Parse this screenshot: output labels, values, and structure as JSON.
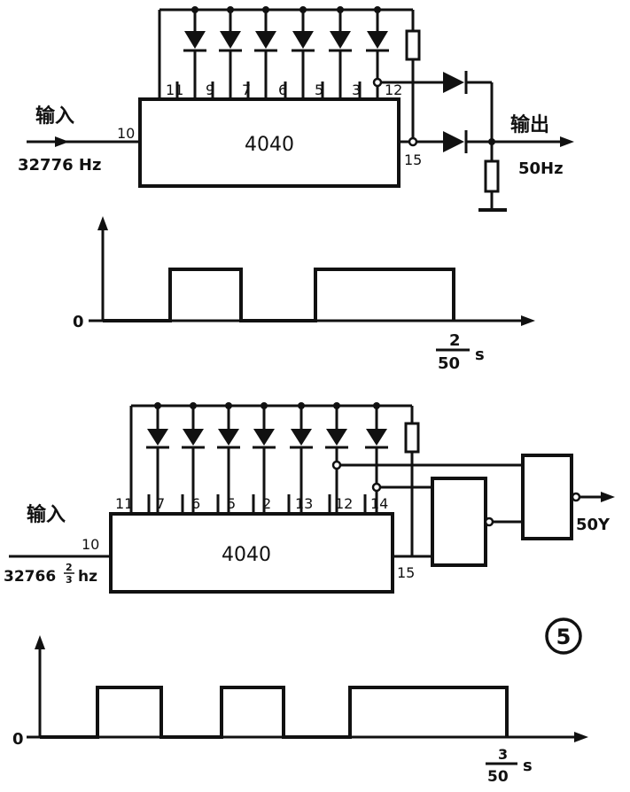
{
  "circuit1": {
    "chip": "4040",
    "top_pins": [
      "11",
      "9",
      "7",
      "6",
      "5",
      "3",
      "12"
    ],
    "in_pin": "10",
    "out_pin": "15",
    "input_label": "输入",
    "input_freq": "32776 Hz",
    "output_label": "输出",
    "output_freq": "50Hz"
  },
  "wave1": {
    "origin": "0",
    "end_num": "2",
    "end_den": "50",
    "end_unit": "s"
  },
  "circuit2": {
    "chip": "4040",
    "top_pins": [
      "11",
      "7",
      "6",
      "5",
      "2",
      "13",
      "12",
      "14"
    ],
    "in_pin": "10",
    "out_pin": "15",
    "input_label": "输入",
    "input_freq_main": "32766",
    "input_freq_num": "2",
    "input_freq_den": "3",
    "input_freq_unit": "hz",
    "output_freq": "50Y"
  },
  "wave2": {
    "origin": "0",
    "end_num": "3",
    "end_den": "50",
    "end_unit": "s"
  },
  "figure_number": "5"
}
